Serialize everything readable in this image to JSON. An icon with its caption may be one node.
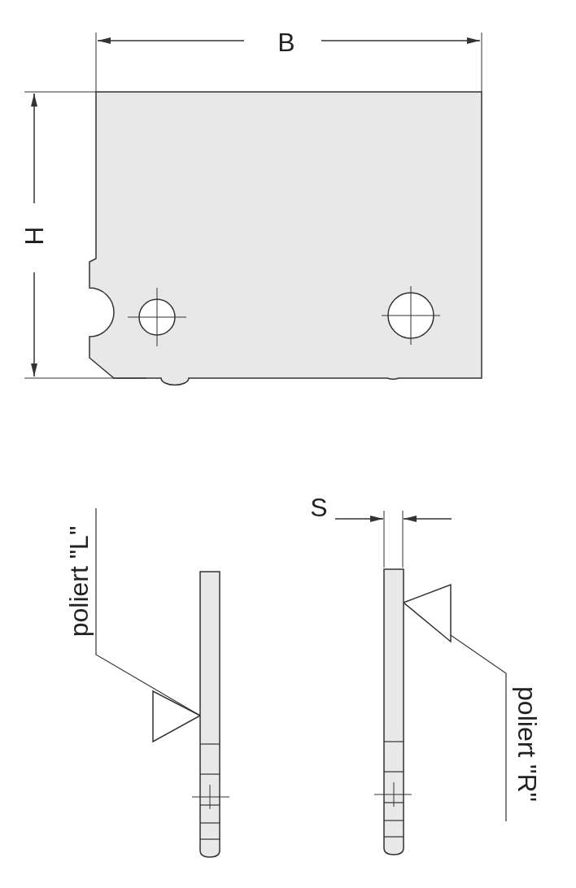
{
  "diagram": {
    "nodes": [
      {
        "text": [
          "poliert \"L\""
        ]
      },
      {
        "text": [],
        "shape": "bar"
      },
      {
        "text": [
          "poliert \"R\""
        ]
      },
      {
        "text": [],
        "shape": "bar"
      }
    ],
    "edges": [
      {
        "from": 0,
        "to": 1,
        "arrow": "to"
      },
      {
        "from": 2,
        "to": 3,
        "arrow": "to"
      }
    ],
    "labels": [
      "B",
      "H",
      "S"
    ]
  }
}
